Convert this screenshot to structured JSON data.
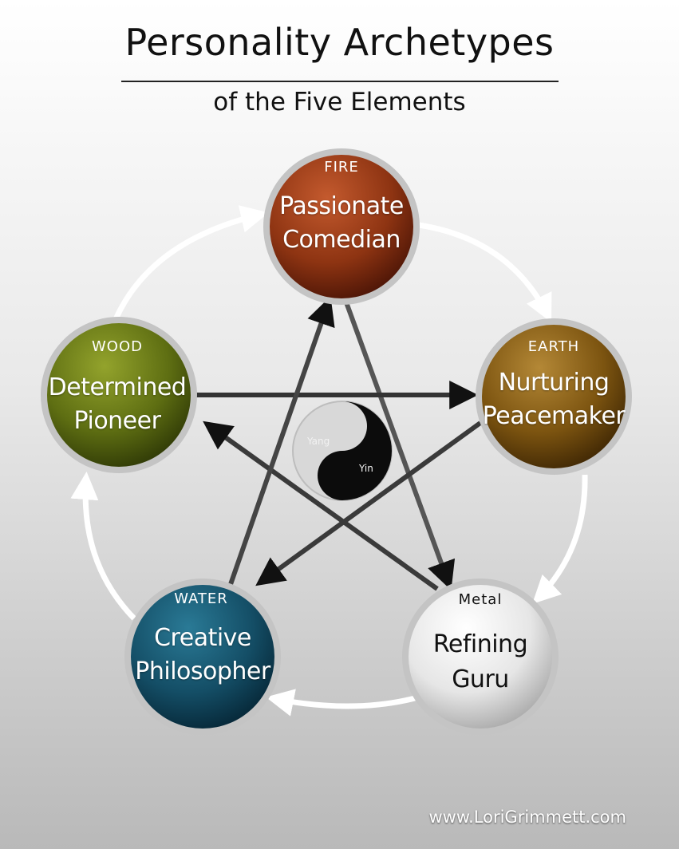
{
  "header": {
    "title": "Personality Archetypes",
    "subtitle": "of the Five Elements"
  },
  "elements": {
    "fire": {
      "label": "FIRE",
      "line1": "Passionate",
      "line2": "Comedian",
      "color": "#8e3412"
    },
    "earth": {
      "label": "EARTH",
      "line1": "Nurturing",
      "line2": "Peacemaker",
      "color": "#7c5410"
    },
    "metal": {
      "label": "Metal",
      "line1": "Refining",
      "line2": "Guru",
      "color": "#e6e6e6"
    },
    "water": {
      "label": "WATER",
      "line1": "Creative",
      "line2": "Philosopher",
      "color": "#144e66"
    },
    "wood": {
      "label": "WOOD",
      "line1": "Determined",
      "line2": "Pioneer",
      "color": "#5e6e12"
    }
  },
  "center": {
    "yang_label": "Yang",
    "yin_label": "Yin"
  },
  "footer": {
    "credit": "www.LoriGrimmett.com"
  }
}
